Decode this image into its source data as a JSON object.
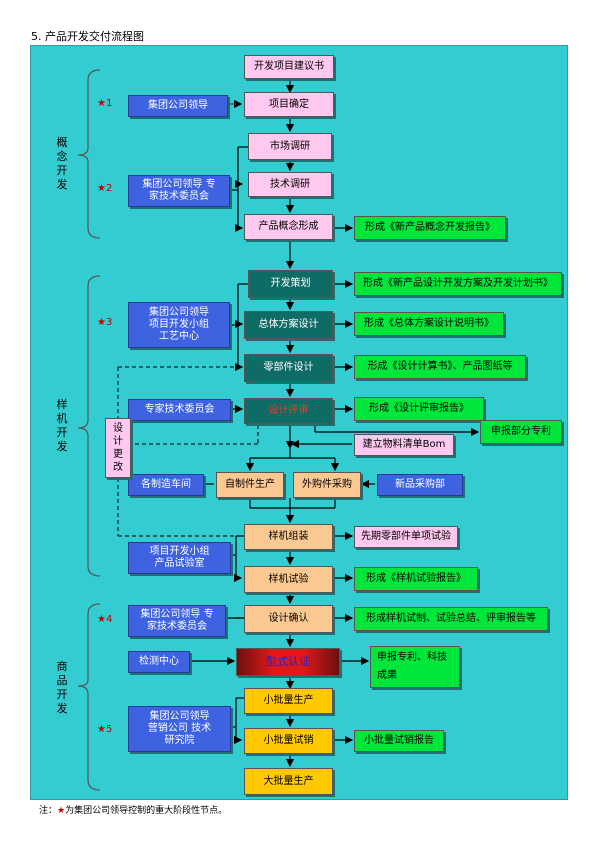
{
  "title": "5. 产品开发交付流程图",
  "stages": {
    "concept": "概念开发",
    "prototype": "样机开发",
    "commercial": "商品开发"
  },
  "markers": [
    "★1",
    "★2",
    "★3",
    "★4",
    "★5"
  ],
  "flow": {
    "proposal": "开发项目建议书",
    "confirm": "项目确定",
    "market": "市场调研",
    "tech": "技术调研",
    "concept": "产品概念形成",
    "planning": "开发策划",
    "overall": "总体方案设计",
    "parts": "零部件设计",
    "review": "设计评审",
    "selfmade": "自制件生产",
    "purchased": "外购件采购",
    "assembly": "样机组装",
    "test": "样机试验",
    "design_confirm": "设计确认",
    "type_cert": "型式认证",
    "small_prod": "小批量生产",
    "small_sale": "小批量试销",
    "mass_prod": "大批量生产"
  },
  "outputs": {
    "concept_report": "形成《新产品概念开发报告》",
    "dev_plan": "形成《新产品设计开发方案及开发计划书》",
    "overall_doc": "形成《总体方案设计说明书》",
    "calc_doc": "形成《设计计算书》、产品图纸等",
    "review_report": "形成《设计评审报告》",
    "patent_part": "申报部分专利",
    "bom": "建立物料清单Bom",
    "new_purchase": "新品采购部",
    "parts_test": "先期零部件单项试验",
    "test_report": "形成《样机试验报告》",
    "trial_summary": "形成样机试制、试验总结、评审报告等",
    "patent_result": "申报专利、科技成果",
    "small_sale_report": "小批量试销报告"
  },
  "roles": {
    "leader": "集团公司领导",
    "leader_experts": "集团公司领导 专家技术委员会",
    "dev_group": "集团公司领导 项目开发小组 工艺中心",
    "experts": "专家技术委员会",
    "workshop": "各制造车间",
    "lab": "项目开发小组 产品试验室",
    "leader_experts2": "集团公司领导 专家技术委员会",
    "test_center": "检测中心",
    "marketing": "集团公司领导 营销公司 技术研究院"
  },
  "design_change": "设计更改",
  "footnote": {
    "prefix": "注：",
    "star": "★",
    "text": "为集团公司领导控制的重大阶段性节点。"
  },
  "colors": {
    "panel": "#33ccd1",
    "pink": "#ffc8ee",
    "teal": "#0f6b66",
    "peach": "#fcc892",
    "yellow": "#ffc800",
    "green": "#00e63a",
    "blue": "#3f63e0",
    "red": "#cc0000"
  }
}
